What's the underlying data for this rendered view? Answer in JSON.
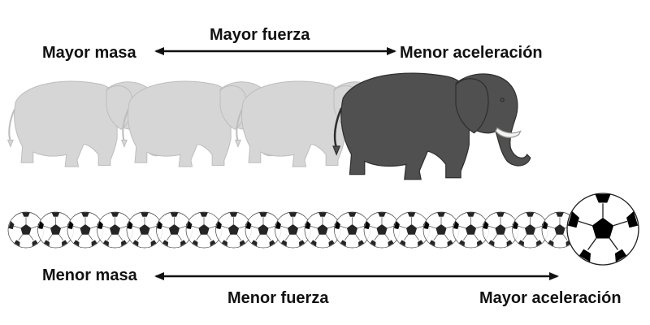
{
  "top": {
    "left_label": "Mayor masa",
    "center_label": "Mayor fuerza",
    "right_label": "Menor aceleración"
  },
  "bottom": {
    "left_label": "Menor masa",
    "center_label": "Menor fuerza",
    "right_label": "Mayor aceleración"
  },
  "colors": {
    "ghost_elephant": "#d6d6d6",
    "ghost_elephant_line": "#bdbdbd",
    "main_elephant": "#505050",
    "main_elephant_line": "#2e2e2e",
    "tusk": "#f4f4f0",
    "ball_patch": "#1a1a1a",
    "ghost_ball_patch": "#5a5a52",
    "arrow": "#111111"
  },
  "figures": {
    "ghost_elephant_count": 3,
    "ghost_ball_count": 19
  }
}
